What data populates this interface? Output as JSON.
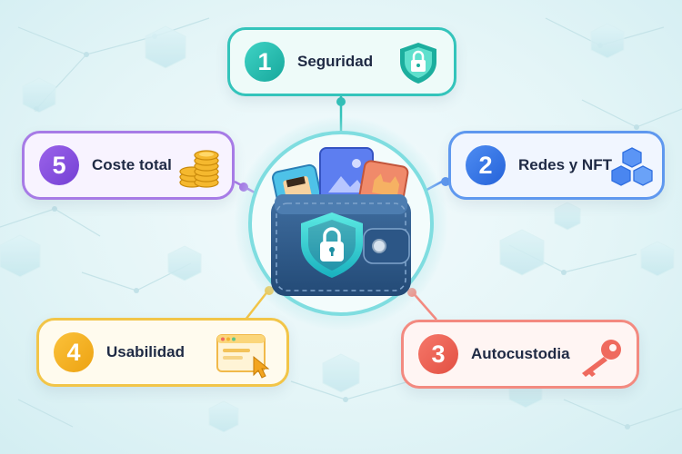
{
  "center": {
    "icon": "wallet-shield-lock-icon"
  },
  "items": [
    {
      "number": "1",
      "label": "Seguridad",
      "icon": "shield-lock-icon",
      "color": "#34c4bb"
    },
    {
      "number": "2",
      "label": "Redes y NFT",
      "icon": "blocks-icon",
      "color": "#5f98ef"
    },
    {
      "number": "3",
      "label": "Autocustodia",
      "icon": "key-icon",
      "color": "#f38a80"
    },
    {
      "number": "4",
      "label": "Usabilidad",
      "icon": "browser-window-cursor-icon",
      "color": "#f2c548"
    },
    {
      "number": "5",
      "label": "Coste total",
      "icon": "coin-stack-icon",
      "color": "#a77be6"
    }
  ]
}
